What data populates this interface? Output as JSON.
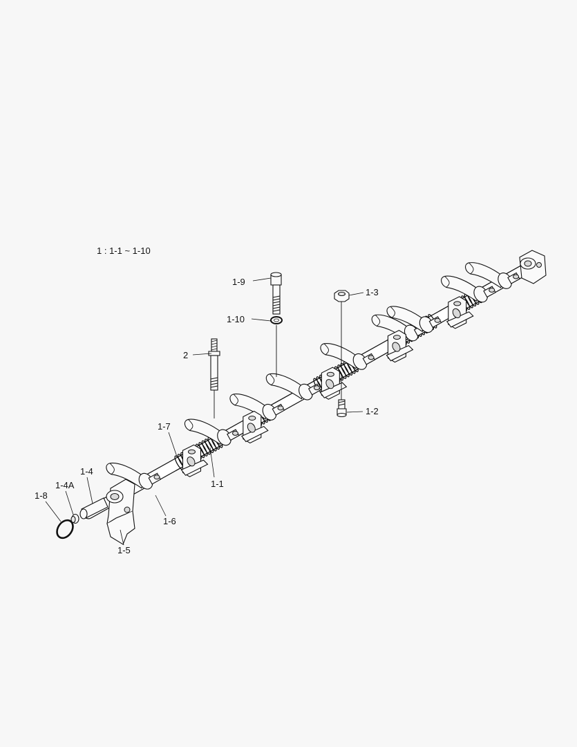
{
  "diagram": {
    "index_note": "1 : 1-1 ~ 1-10",
    "callouts": [
      {
        "id": "c-1-9",
        "text": "1-9"
      },
      {
        "id": "c-1-10",
        "text": "1-10"
      },
      {
        "id": "c-1-3",
        "text": "1-3"
      },
      {
        "id": "c-2",
        "text": "2"
      },
      {
        "id": "c-1-2",
        "text": "1-2"
      },
      {
        "id": "c-1-7",
        "text": "1-7"
      },
      {
        "id": "c-1-1",
        "text": "1-1"
      },
      {
        "id": "c-1-4",
        "text": "1-4"
      },
      {
        "id": "c-1-4a",
        "text": "1-4A"
      },
      {
        "id": "c-1-8",
        "text": "1-8"
      },
      {
        "id": "c-1-6",
        "text": "1-6"
      },
      {
        "id": "c-1-5",
        "text": "1-5"
      }
    ]
  }
}
